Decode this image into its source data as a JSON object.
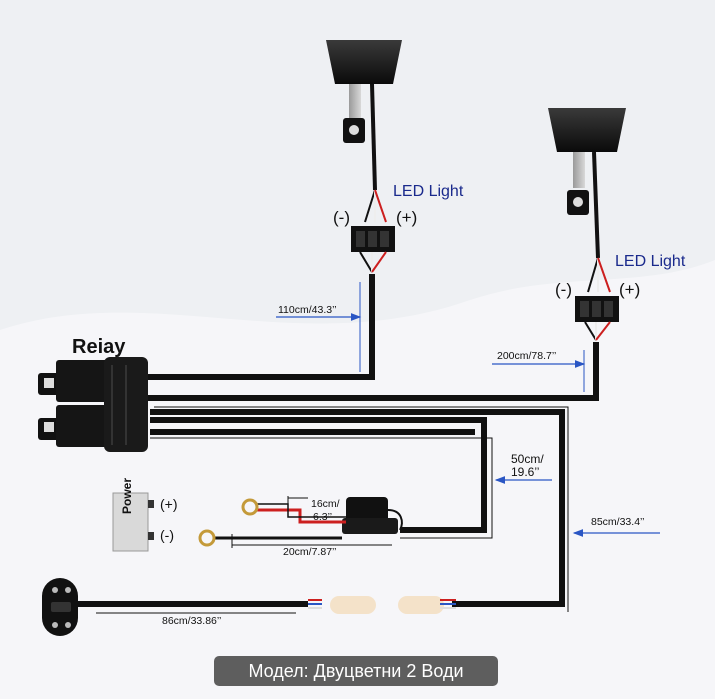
{
  "diagram": {
    "relay_label": "Reiay",
    "led_lights": [
      {
        "label": "LED Light",
        "minus": "(-)",
        "plus": "(+)"
      },
      {
        "label": "LED Light",
        "minus": "(-)",
        "plus": "(+)"
      }
    ],
    "measurements": {
      "led1_cable": "110cm/43.3’’",
      "led2_cable": "200cm/78.7’’",
      "fuse_cable_line1": "50cm/",
      "fuse_cable_line2": "19.6’’",
      "switch_return": "85cm/33.4’’",
      "battery_pos_line1": "16cm/",
      "battery_pos_line2": "6.3’’",
      "battery_neg": "20cm/7.87’’",
      "switch_cable": "86cm/33.86’’"
    },
    "battery": {
      "label": "Power",
      "plus": "(+)",
      "minus": "(-)"
    }
  },
  "caption": "Модел: Двуцветни 2 Води",
  "colors": {
    "wire": "#111111",
    "positive": "#cc1f1f",
    "label_blue": "#1a2a8c",
    "arrow": "#2a56c4"
  }
}
